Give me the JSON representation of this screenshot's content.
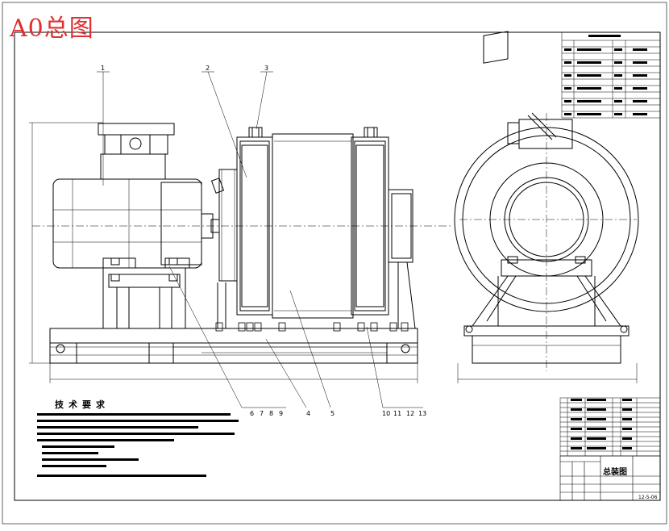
{
  "watermark": "A0总图",
  "notes_title": "技术要求",
  "title_block": {
    "drawing_name": "总装图",
    "date": "12-5-06"
  },
  "callouts": [
    "1",
    "2",
    "3",
    "4",
    "5",
    "6",
    "7",
    "8",
    "9",
    "10",
    "11",
    "12",
    "13"
  ]
}
